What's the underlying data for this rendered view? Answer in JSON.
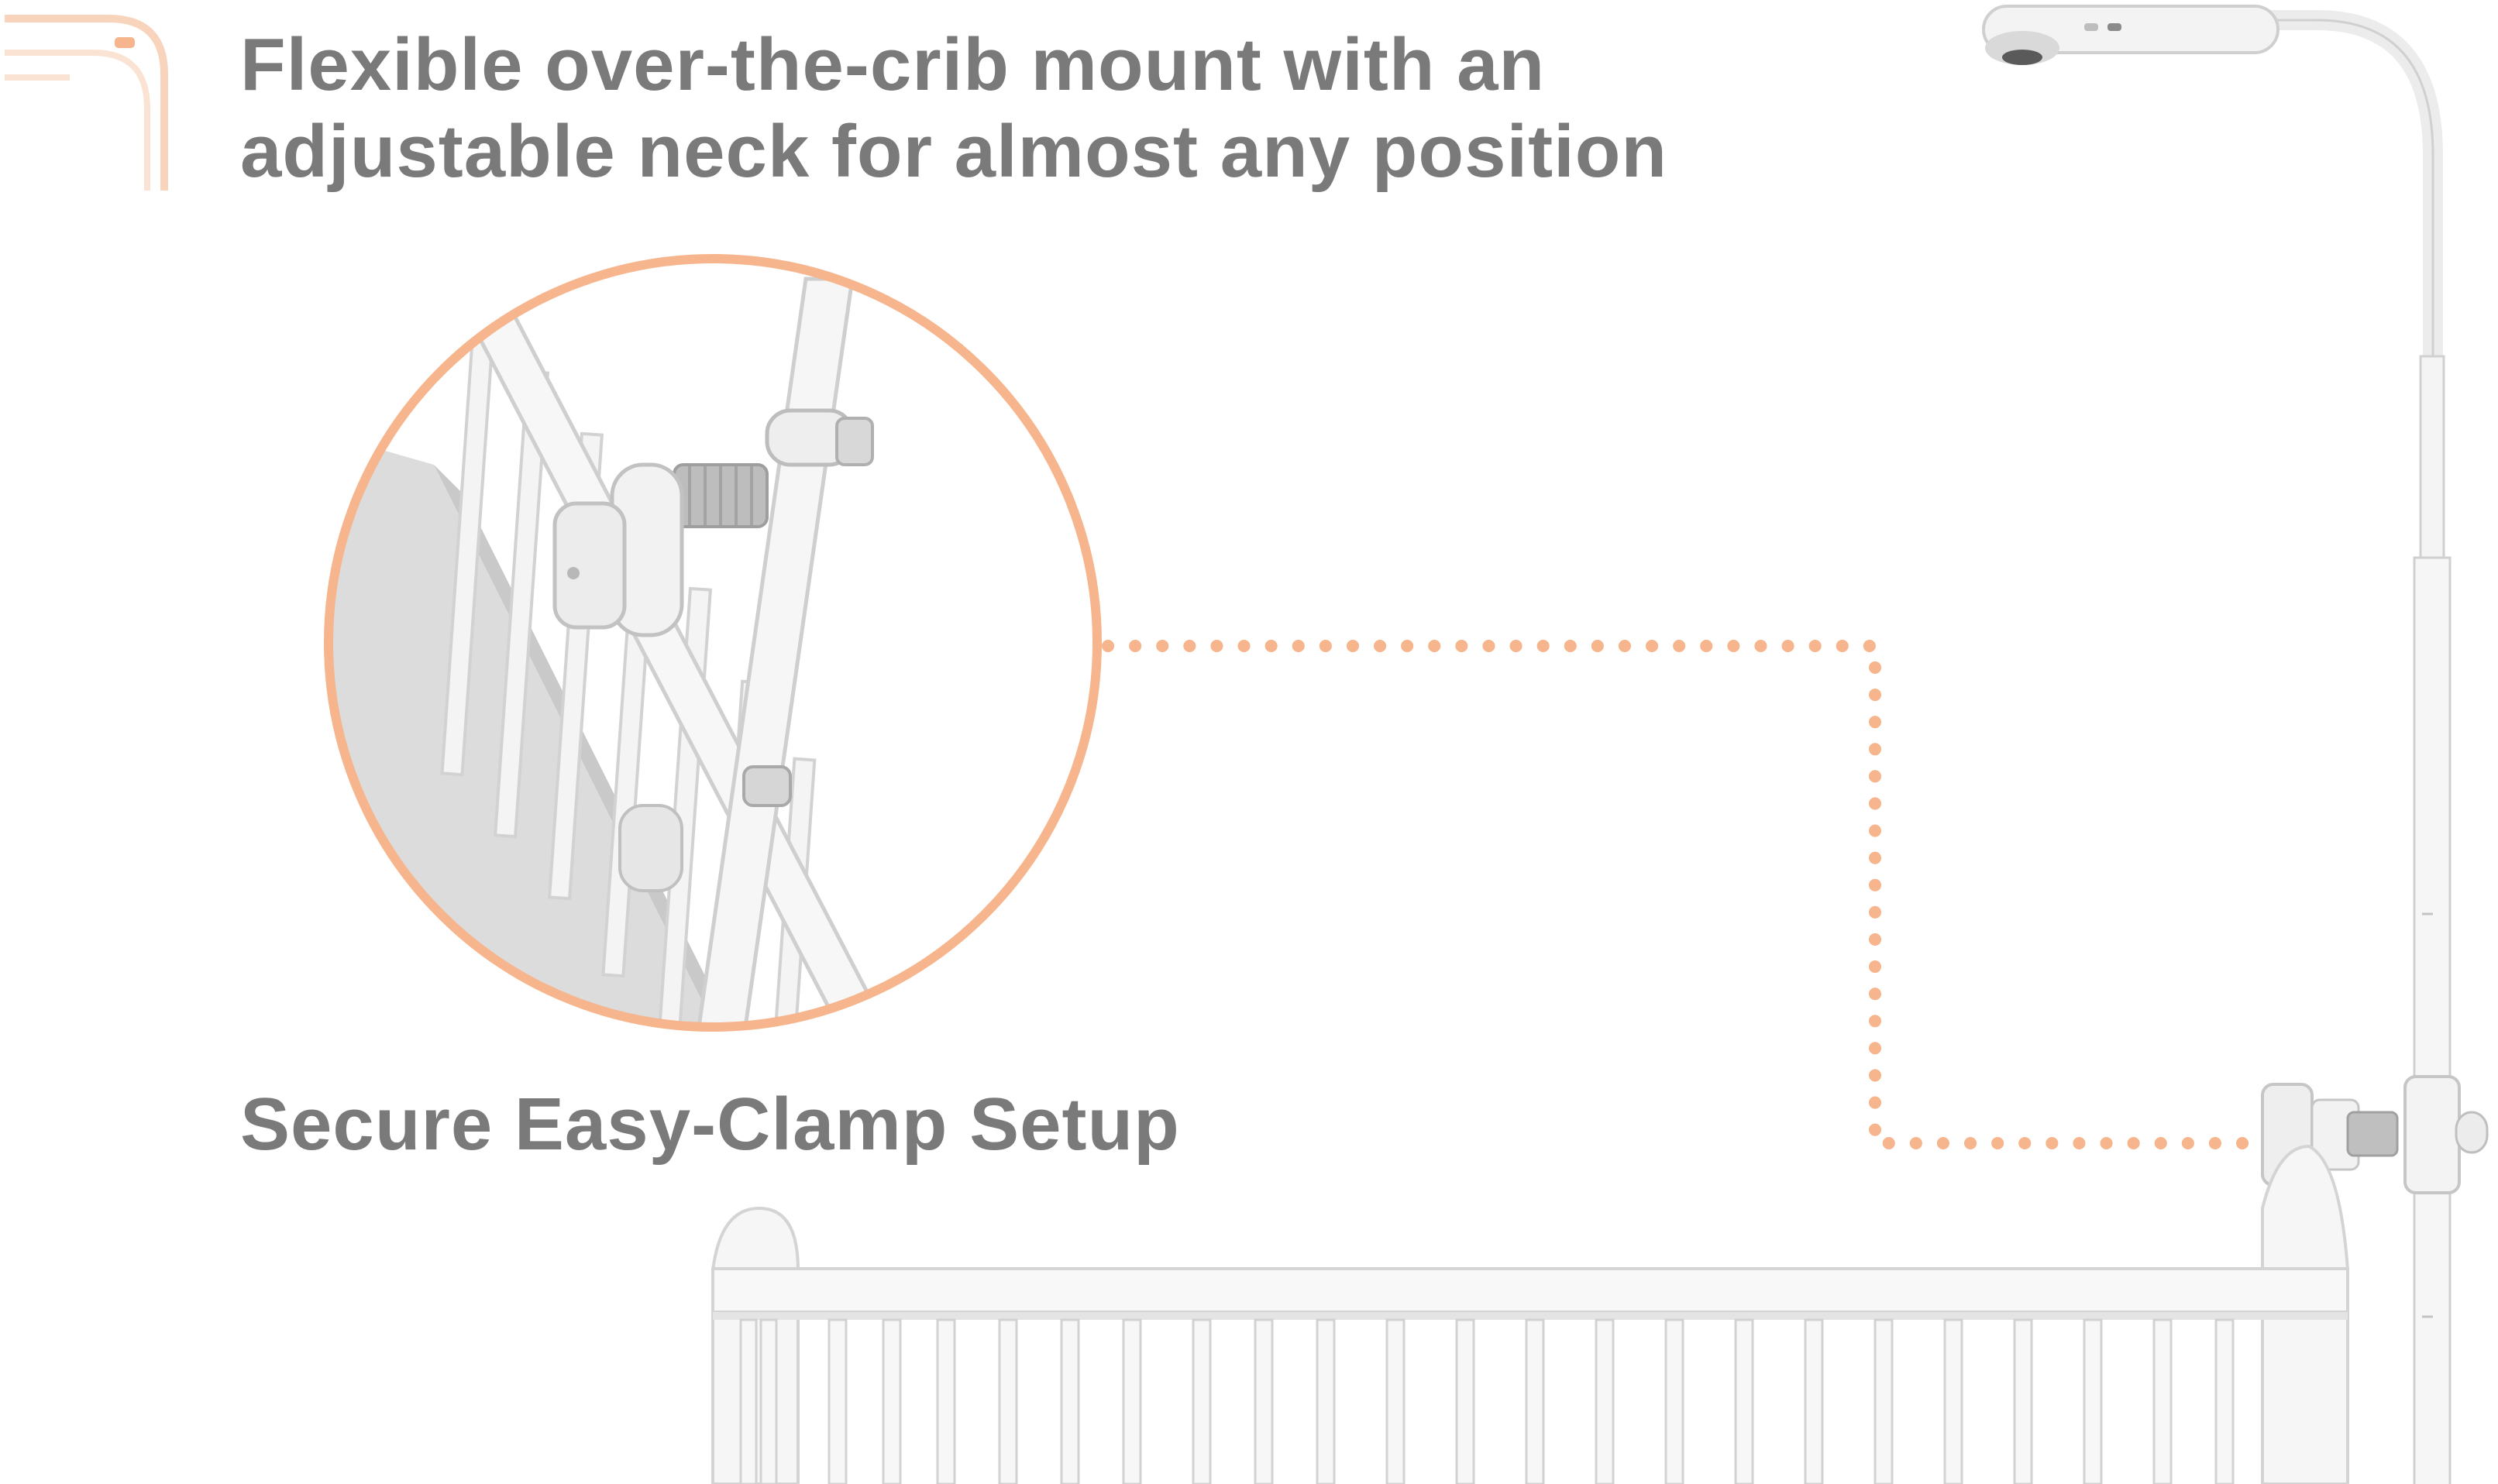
{
  "headline": {
    "line1": "Flexible over-the-crib mount with an",
    "line2": "adjustable neck for almost any position"
  },
  "caption": "Secure Easy-Clamp Setup",
  "icons": {
    "corner": "mount-arm-icon",
    "zoom": "clamp-zoom-inset",
    "camera": "baby-monitor-camera-icon"
  },
  "colors": {
    "accent": "#f6b58c",
    "text": "#7a7a7a",
    "product": "#f1f1f1"
  }
}
